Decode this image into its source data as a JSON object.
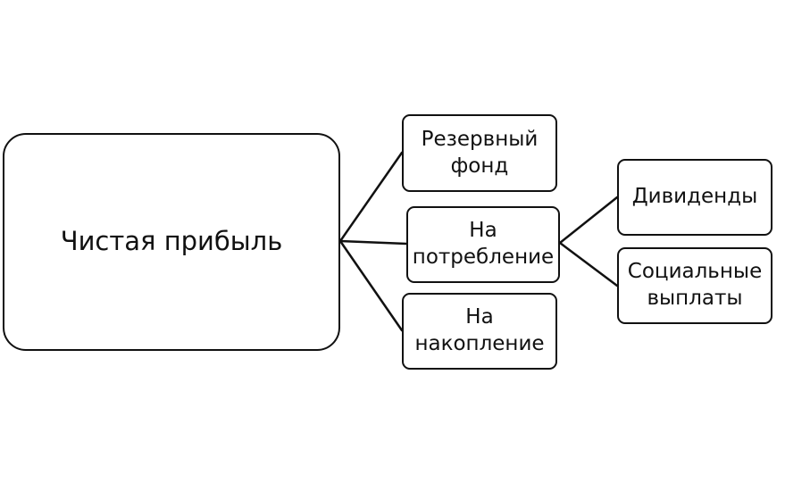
{
  "diagram": {
    "root": {
      "label": "Чистая прибыль"
    },
    "branches": [
      {
        "label": "Резервный\nфонд"
      },
      {
        "label": "На\nпотребление"
      },
      {
        "label": "На\nнакопление"
      }
    ],
    "sub_branches": [
      {
        "label": "Дивиденды"
      },
      {
        "label": "Социальные\nвыплаты"
      }
    ]
  }
}
